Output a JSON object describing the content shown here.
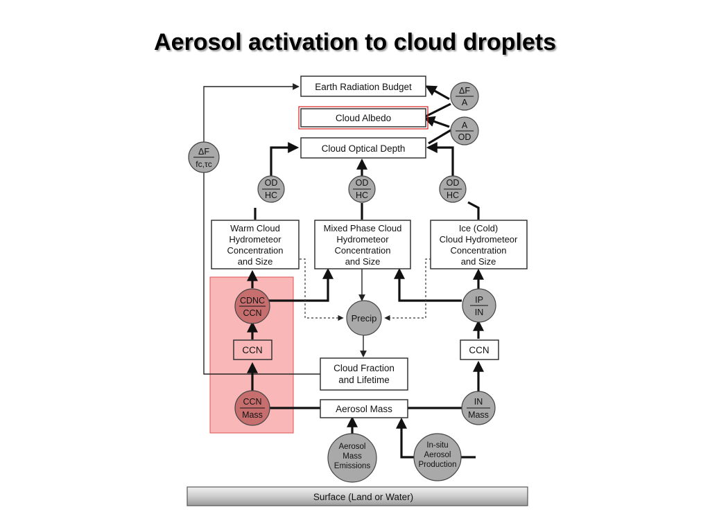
{
  "title": "Aerosol activation to cloud droplets",
  "boxes": {
    "earth_radiation_budget": "Earth Radiation Budget",
    "cloud_albedo": "Cloud Albedo",
    "cloud_optical_depth": "Cloud Optical Depth",
    "warm_cloud": [
      "Warm Cloud",
      "Hydrometeor",
      "Concentration",
      "and Size"
    ],
    "mixed_phase_cloud": [
      "Mixed Phase Cloud",
      "Hydrometeor",
      "Concentration",
      "and Size"
    ],
    "ice_cloud": [
      "Ice (Cold)",
      "Cloud Hydrometeor",
      "Concentration",
      "and Size"
    ],
    "ccn_left": "CCN",
    "ccn_right": "CCN",
    "cloud_fraction": [
      "Cloud Fraction",
      "and Lifetime"
    ],
    "aerosol_mass": "Aerosol Mass",
    "surface": "Surface (Land or Water)"
  },
  "nodes": {
    "df_a": {
      "top": "ΔF",
      "bottom": "A"
    },
    "a_od": {
      "top": "A",
      "bottom": "OD"
    },
    "df_fc_tau": {
      "top": "ΔF",
      "bottom": "fc,τc"
    },
    "od_hc": {
      "top": "OD",
      "bottom": "HC"
    },
    "cdnc_ccn": {
      "top": "CDNC",
      "bottom": "CCN"
    },
    "ip_in": {
      "top": "IP",
      "bottom": "IN"
    },
    "ccn_mass": {
      "top": "CCN",
      "bottom": "Mass"
    },
    "in_mass": {
      "top": "IN",
      "bottom": "Mass"
    },
    "precip": "Precip",
    "aerosol_mass_emissions": [
      "Aerosol",
      "Mass",
      "Emissions"
    ],
    "insitu_aerosol_production": [
      "In-situ",
      "Aerosol",
      "Production"
    ]
  },
  "colors": {
    "highlight_fill": "#f9b7b7",
    "highlight_stroke": "#e05050",
    "albedo_outline": "#d42020",
    "node_gray": "#a9a9a9",
    "node_red": "#c76f6f"
  }
}
